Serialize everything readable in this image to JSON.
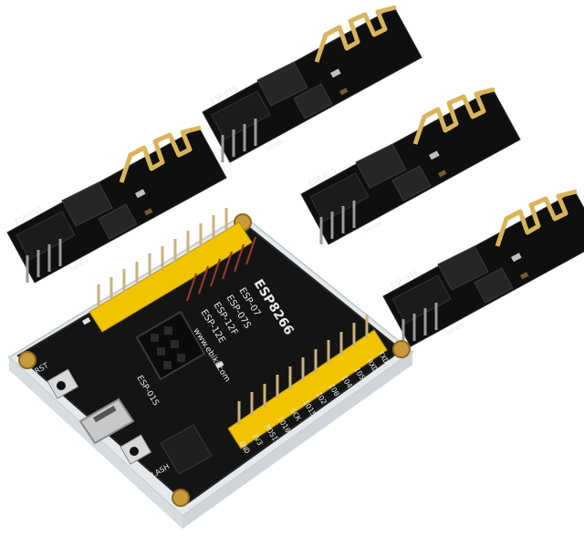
{
  "modules": [
    {
      "label": "ESP-01S",
      "series": "Series"
    },
    {
      "label": "ESP-01S",
      "series": "Series"
    },
    {
      "label": "ESP-01S",
      "series": "Series"
    },
    {
      "label": "ESP-01S",
      "series": "Series"
    }
  ],
  "board": {
    "title": "ESP8266",
    "variants": [
      "ESP-07",
      "ESP-07S",
      "ESP-12F",
      "ESP-12E"
    ],
    "socket_label": "ESP-01S",
    "url": "www.ebiki.com",
    "right_pins": [
      "GND",
      "3V3",
      "MOSI",
      "IO10",
      "SCK",
      "IO15",
      "IO2",
      "IO0",
      "IO4",
      "IO5",
      "RXD",
      "TXD"
    ],
    "btn_rst": "RST",
    "btn_flash": "FLASH"
  },
  "colors": {
    "pcb": "#141414",
    "header_yellow": "#f2c400",
    "pin_metal": "#c9b27a",
    "acrylic": "#e9ecef",
    "gold": "#c89a3a"
  }
}
